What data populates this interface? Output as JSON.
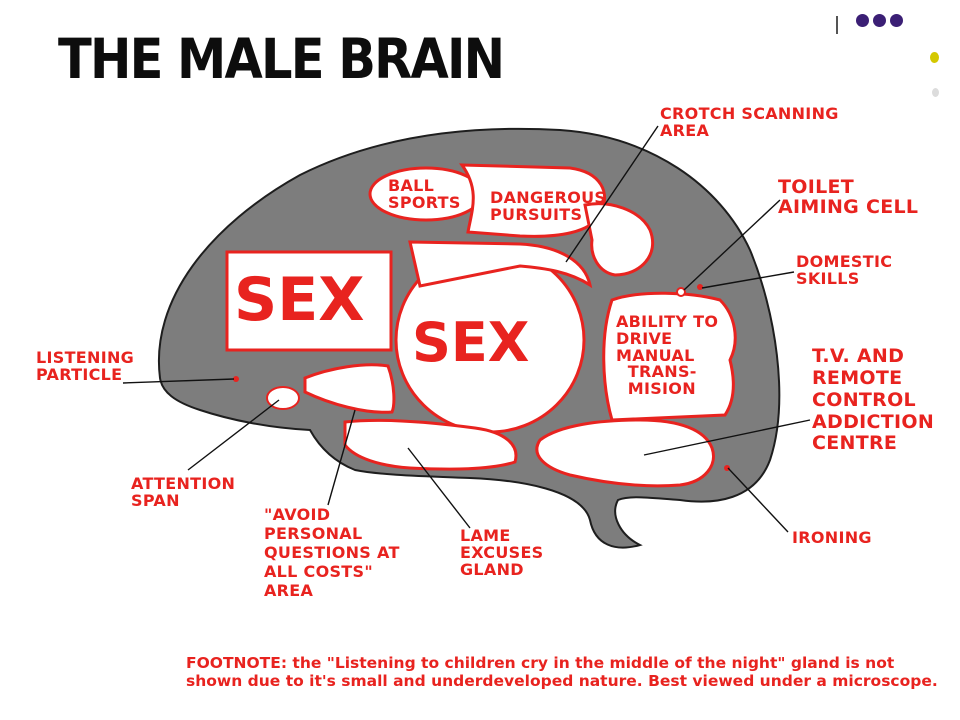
{
  "title": "THE MALE BRAIN",
  "icons": [
    "ellipsis-dots-icon",
    "divider-bar-icon"
  ],
  "colors": {
    "brain_fill": "#7d7d7d",
    "label_red": "#e8231f",
    "title": "#0d0d0d",
    "dots": "#3b1f75",
    "accent_yellow": "#d4c800"
  },
  "regions": {
    "sex_box": "SEX",
    "sex_circle": "SEX",
    "ball_sports": "BALL\nSPORTS",
    "dangerous_pursuits": "DANGEROUS\nPURSUITS",
    "ability_to_drive": "ABILITY TO\nDRIVE\nMANUAL\n  TRANS-\n  MISION"
  },
  "callouts": {
    "crotch_scanning": "CROTCH SCANNING\nAREA",
    "toilet_aiming": "TOILET\nAIMING CELL",
    "domestic_skills": "DOMESTIC\nSKILLS",
    "tv_remote": "T.V. AND\nREMOTE\nCONTROL\nADDICTION\nCENTRE",
    "listening_particle": "LISTENING\nPARTICLE",
    "attention_span": "ATTENTION\nSPAN",
    "avoid_questions": "\"AVOID\nPERSONAL\nQUESTIONS AT\nALL COSTS\"\nAREA",
    "lame_excuses": "LAME\nEXCUSES\nGLAND",
    "ironing": "IRONING"
  },
  "footnote": "FOOTNOTE: the \"Listening to children cry in the middle of the night\" gland is not shown due to it's small and underdeveloped nature.  Best viewed under a microscope."
}
